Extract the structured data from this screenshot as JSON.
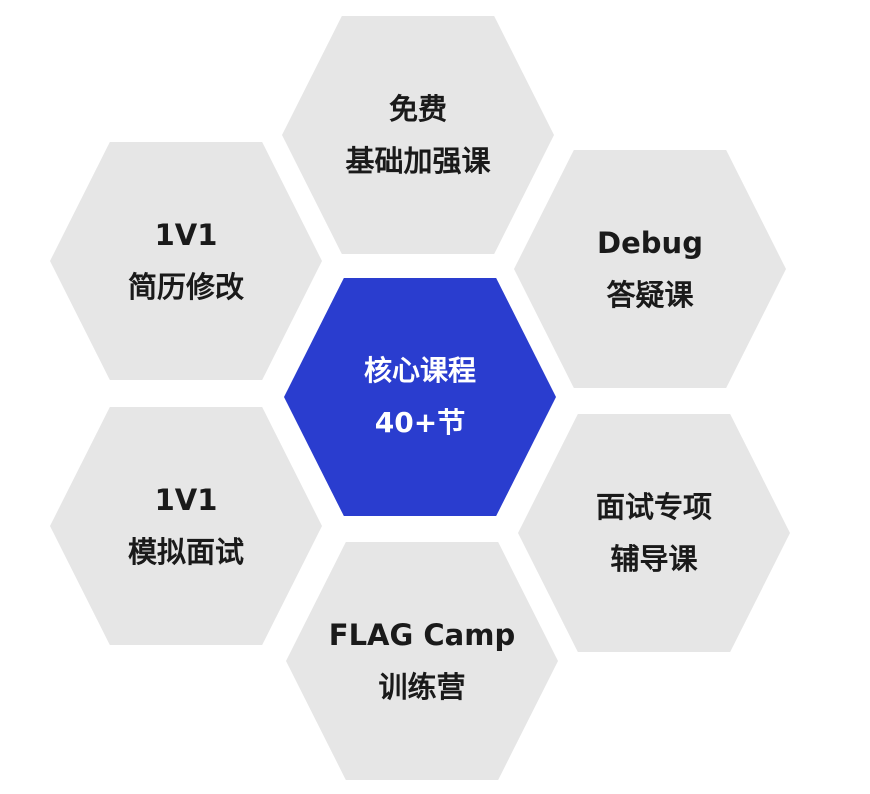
{
  "colors": {
    "outer_hex": "#e6e6e6",
    "center_hex": "#2a3dcf",
    "outer_text": "#1a1a1a",
    "center_text": "#ffffff"
  },
  "hexagons": {
    "top": {
      "line1": "免费",
      "line2": "基础加强课"
    },
    "upper_left": {
      "line1": "1V1",
      "line2": "简历修改"
    },
    "upper_right": {
      "line1": "Debug",
      "line2": "答疑课"
    },
    "center": {
      "line1": "核心课程",
      "line2": "40+节"
    },
    "lower_left": {
      "line1": "1V1",
      "line2": "模拟面试"
    },
    "lower_right": {
      "line1": "面试专项",
      "line2": "辅导课"
    },
    "bottom": {
      "line1": "FLAG Camp",
      "line2": "训练营"
    }
  }
}
